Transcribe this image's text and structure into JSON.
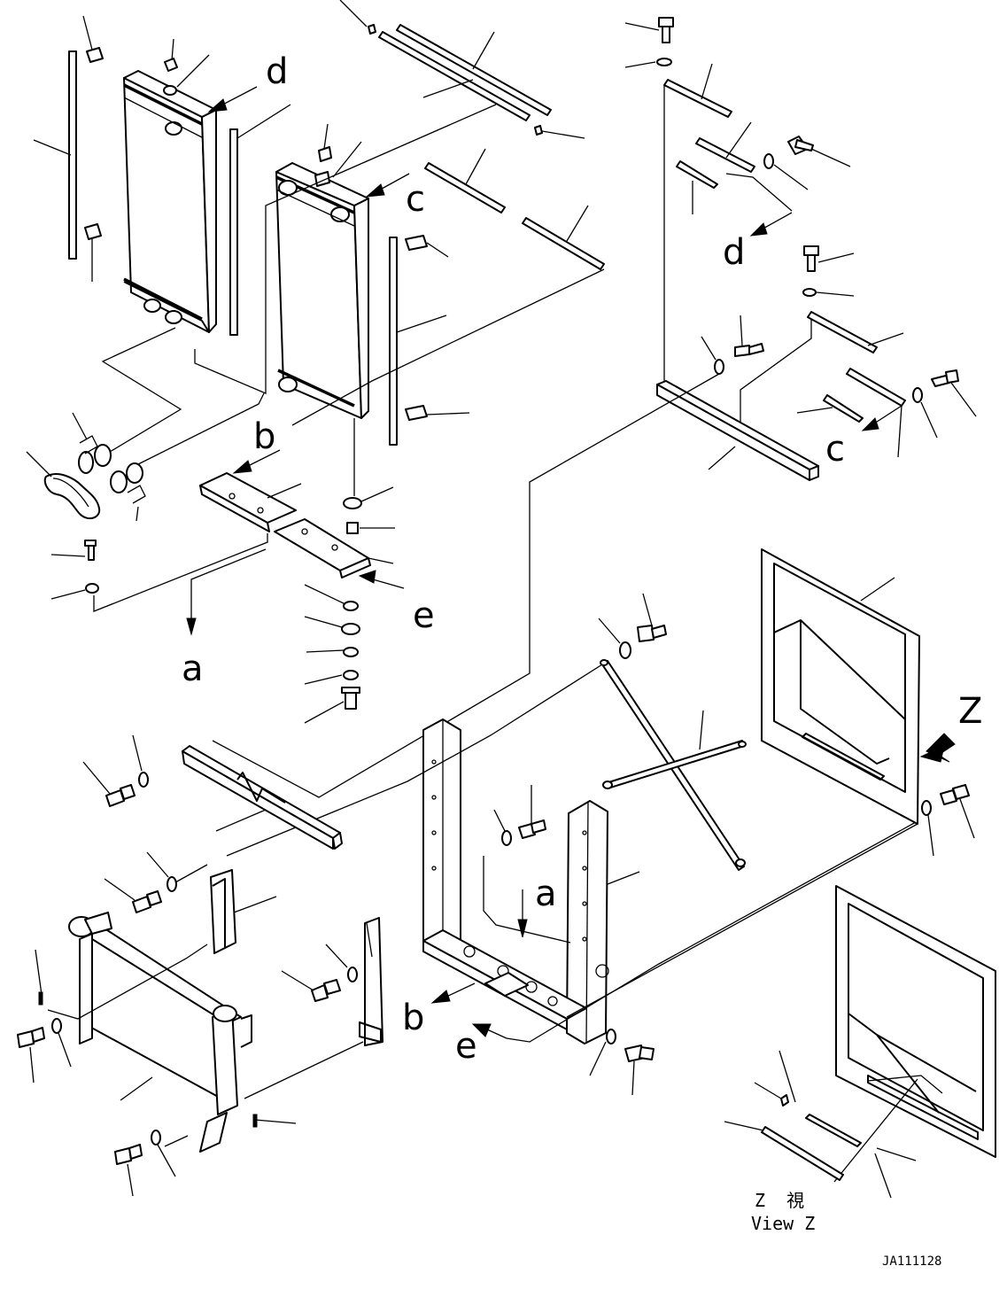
{
  "diagram": {
    "callouts": {
      "d_top": "d",
      "c_top": "c",
      "d_right": "d",
      "c_right": "c",
      "b_mid": "b",
      "e_mid": "e",
      "a_left": "a",
      "a_frame": "a",
      "b_frame": "b",
      "e_frame": "e",
      "z_arrow": "Z"
    },
    "view_note": {
      "line1": "Z  視",
      "line2": "View Z"
    },
    "drawing_id": "JA111128"
  }
}
